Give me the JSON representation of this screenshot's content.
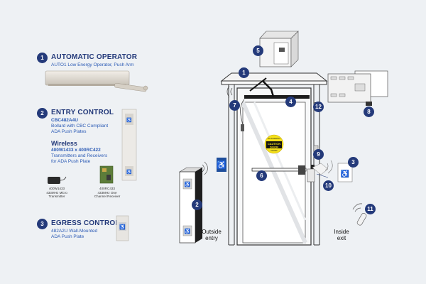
{
  "sections": {
    "automatic": {
      "number": "1",
      "title": "AUTOMATIC OPERATOR",
      "subtitle": "AUTO1 Low Energy Operator, Push Arm"
    },
    "entry": {
      "number": "2",
      "title": "ENTRY CONTROL",
      "lines": [
        "CBC482A4U",
        "Bollard with CBC Compliant",
        "ADA Push Plates"
      ],
      "wireless_title": "Wireless",
      "wireless_lines": [
        "400W1433 x 400RC422",
        "Transmitters and Receivers",
        "for ADA Push Plate"
      ],
      "transmitter_caption": [
        "400W1433",
        "433MHz Micro",
        "Transmitter"
      ],
      "receiver_caption": [
        "400RC433",
        "433MHz One",
        "Channel Receiver"
      ]
    },
    "egress": {
      "number": "3",
      "title": "EGRESS CONTROL",
      "lines": [
        "482A2U Wall-Mounted",
        "ADA Push Plate"
      ]
    }
  },
  "diagram": {
    "outside_label": [
      "Outside",
      "entry"
    ],
    "inside_label": [
      "Inside",
      "exit"
    ],
    "caution_sign": {
      "top": "AUTOMATIC",
      "main1": "CAUTION",
      "main2": "DOOR",
      "bottom": "DOOR"
    },
    "callouts": [
      "1",
      "2",
      "3",
      "4",
      "5",
      "6",
      "7",
      "8",
      "9",
      "10",
      "11",
      "12"
    ]
  },
  "colors": {
    "navy": "#243a7a",
    "blue_text": "#2c5bb5",
    "caution_yellow": "#f5e11b",
    "ada_blue": "#1f4f9c"
  }
}
